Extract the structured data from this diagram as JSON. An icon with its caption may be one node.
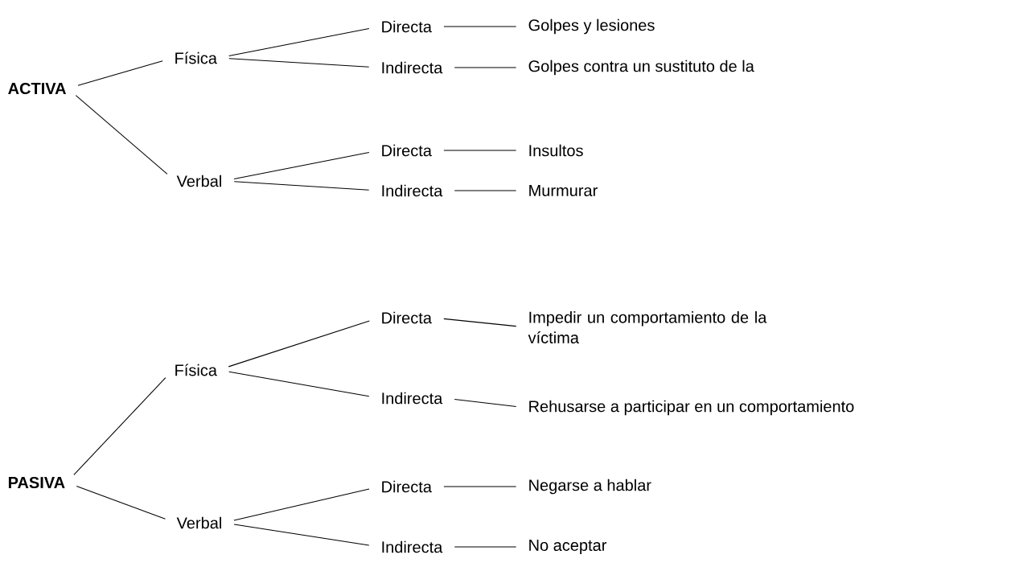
{
  "diagram": {
    "nodes": [
      {
        "text": [
          "ACTIVA"
        ]
      },
      {
        "text": [
          "Física"
        ]
      },
      {
        "text": [
          "Verbal"
        ]
      },
      {
        "text": [
          "Directa"
        ]
      },
      {
        "text": [
          "Golpes y lesiones"
        ]
      },
      {
        "text": [
          "Indirecta"
        ]
      },
      {
        "text": [
          "Golpes contra un sustituto de la"
        ]
      },
      {
        "text": [
          "Directa"
        ]
      },
      {
        "text": [
          "Insultos"
        ]
      },
      {
        "text": [
          "Indirecta"
        ]
      },
      {
        "text": [
          "Murmurar"
        ]
      },
      {
        "text": [
          "PASIVA"
        ]
      },
      {
        "text": [
          "Física"
        ]
      },
      {
        "text": [
          "Verbal"
        ]
      },
      {
        "text": [
          "Directa"
        ]
      },
      {
        "text": [
          "Impedir un comportamiento de la víctima"
        ]
      },
      {
        "text": [
          "Indirecta"
        ]
      },
      {
        "text": [
          "Rehusarse a participar en un comportamiento"
        ]
      },
      {
        "text": [
          "Directa"
        ]
      },
      {
        "text": [
          "Negarse a hablar"
        ]
      },
      {
        "text": [
          "Indirecta"
        ]
      },
      {
        "text": [
          "No aceptar"
        ]
      }
    ],
    "edges": [
      {
        "from": 0,
        "to": 1,
        "arrow": "none"
      },
      {
        "from": 0,
        "to": 2,
        "arrow": "none"
      },
      {
        "from": 1,
        "to": 3,
        "arrow": "none"
      },
      {
        "from": 1,
        "to": 5,
        "arrow": "none"
      },
      {
        "from": 3,
        "to": 4,
        "arrow": "none"
      },
      {
        "from": 5,
        "to": 6,
        "arrow": "none"
      },
      {
        "from": 2,
        "to": 7,
        "arrow": "none"
      },
      {
        "from": 2,
        "to": 9,
        "arrow": "none"
      },
      {
        "from": 7,
        "to": 8,
        "arrow": "none"
      },
      {
        "from": 9,
        "to": 10,
        "arrow": "none"
      },
      {
        "from": 11,
        "to": 12,
        "arrow": "none"
      },
      {
        "from": 11,
        "to": 13,
        "arrow": "none"
      },
      {
        "from": 12,
        "to": 14,
        "arrow": "none"
      },
      {
        "from": 12,
        "to": 16,
        "arrow": "none"
      },
      {
        "from": 14,
        "to": 15,
        "arrow": "none"
      },
      {
        "from": 16,
        "to": 17,
        "arrow": "none"
      },
      {
        "from": 13,
        "to": 18,
        "arrow": "none"
      },
      {
        "from": 13,
        "to": 20,
        "arrow": "none"
      },
      {
        "from": 18,
        "to": 19,
        "arrow": "none"
      },
      {
        "from": 20,
        "to": 21,
        "arrow": "none"
      }
    ]
  }
}
